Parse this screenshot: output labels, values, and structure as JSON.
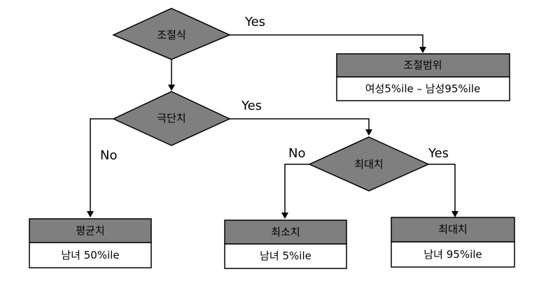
{
  "nodes": {
    "decision_adjustable": {
      "label": "조절식"
    },
    "decision_extreme": {
      "label": "극단치"
    },
    "decision_maximum": {
      "label": "최대치"
    },
    "box_adjust_range": {
      "title": "조절범위",
      "value": "여성5%ile – 남성95%ile"
    },
    "box_mean": {
      "title": "평균치",
      "value": "남녀 50%ile"
    },
    "box_minimum": {
      "title": "최소치",
      "value": "남녀 5%ile"
    },
    "box_maximum": {
      "title": "최대치",
      "value": "남녀 95%ile"
    }
  },
  "edges": {
    "adjustable_yes": "Yes",
    "extreme_yes": "Yes",
    "extreme_no": "No",
    "maximum_no": "No",
    "maximum_yes": "Yes"
  }
}
